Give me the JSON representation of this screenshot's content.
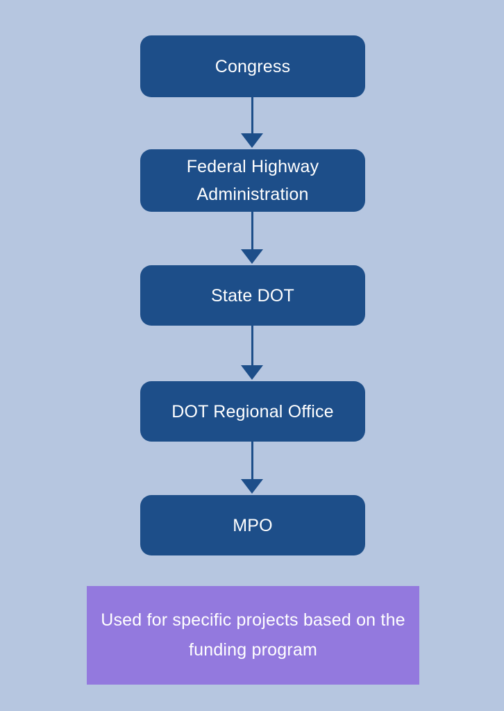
{
  "page": {
    "background_color": "#b6c6e0"
  },
  "flowchart": {
    "node_fill_color": "#1d4e89",
    "node_text_color": "#ffffff",
    "arrow_color": "#1d4e89",
    "nodes": [
      {
        "id": "congress",
        "label": "Congress"
      },
      {
        "id": "fhwa",
        "label": "Federal Highway\nAdministration"
      },
      {
        "id": "state-dot",
        "label": "State DOT"
      },
      {
        "id": "dot-regional-office",
        "label": "DOT Regional Office"
      },
      {
        "id": "mpo",
        "label": "MPO"
      }
    ],
    "edges": [
      {
        "from": "congress",
        "to": "fhwa"
      },
      {
        "from": "fhwa",
        "to": "state-dot"
      },
      {
        "from": "state-dot",
        "to": "dot-regional-office"
      },
      {
        "from": "dot-regional-office",
        "to": "mpo"
      }
    ]
  },
  "caption": {
    "fill_color": "#9379de",
    "text_color": "#ffffff",
    "text": "Used for specific projects based on the\nfunding program"
  }
}
